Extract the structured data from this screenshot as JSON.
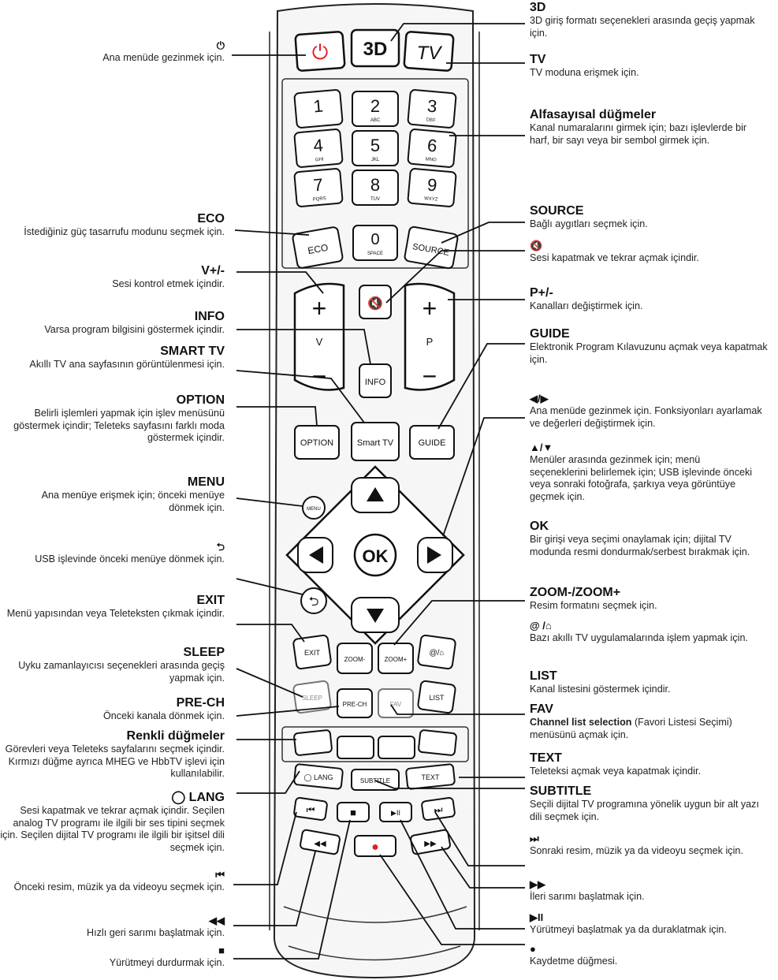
{
  "left": [
    {
      "title": "⏻",
      "text": "Ana menüde gezinmek için."
    },
    {
      "title": "ECO",
      "text": "İstediğiniz güç tasarrufu modunu seçmek için."
    },
    {
      "title": "V+/-",
      "text": "Sesi kontrol etmek içindir."
    },
    {
      "title": "INFO",
      "text": "Varsa program bilgisini göstermek içindir."
    },
    {
      "title": "SMART TV",
      "text": "Akıllı TV ana sayfasının görüntülenmesi için."
    },
    {
      "title": "OPTION",
      "text": "Belirli işlemleri yapmak için işlev menüsünü göstermek içindir; Teleteks sayfasını farklı moda göstermek içindir."
    },
    {
      "title": "MENU",
      "text": "Ana menüye erişmek için; önceki menüye dönmek için."
    },
    {
      "title": "⮌",
      "text": "USB işlevinde önceki menüye dönmek için."
    },
    {
      "title": "EXIT",
      "text": "Menü yapısından veya Teleteksten çıkmak içindir."
    },
    {
      "title": "SLEEP",
      "text": "Uyku zamanlayıcısı seçenekleri arasında geçiş yapmak için."
    },
    {
      "title": "PRE-CH",
      "text": "Önceki kanala dönmek için."
    },
    {
      "title": "Renkli düğmeler",
      "text": "Görevleri veya Teleteks sayfalarını seçmek içindir. Kırmızı düğme ayrıca MHEG ve HbbTV işlevi için kullanılabilir."
    },
    {
      "title": "◯ LANG",
      "text": "Sesi kapatmak ve tekrar açmak içindir. Seçilen analog TV programı ile ilgili bir ses tipini seçmek için. Seçilen dijital TV programı ile ilgili bir işitsel dili seçmek için."
    },
    {
      "title": "⏮",
      "text": "Önceki resim, müzik ya da videoyu seçmek için."
    },
    {
      "title": "◀◀",
      "text": "Hızlı geri sarımı başlatmak için."
    },
    {
      "title": "■",
      "text": "Yürütmeyi durdurmak için."
    }
  ],
  "right": [
    {
      "title": "3D",
      "text": "3D giriş formatı seçenekleri arasında geçiş yapmak için."
    },
    {
      "title": "TV",
      "text": "TV moduna erişmek için."
    },
    {
      "title": "Alfasayısal düğmeler",
      "text": "Kanal numaralarını girmek için; bazı işlevlerde bir harf, bir sayı veya bir sembol girmek için."
    },
    {
      "title": "SOURCE",
      "text": "Bağlı aygıtları seçmek için."
    },
    {
      "title": "🔇",
      "text": "Sesi kapatmak ve tekrar açmak içindir."
    },
    {
      "title": "P+/-",
      "text": "Kanalları değiştirmek için."
    },
    {
      "title": "GUIDE",
      "text": "Elektronik Program Kılavuzunu açmak veya kapatmak için."
    },
    {
      "title": "◀/▶",
      "text": "Ana menüde gezinmek için. Fonksiyonları ayarlamak ve değerleri değiştirmek için."
    },
    {
      "title": "▲/▼",
      "text": "Menüler arasında gezinmek için; menü seçeneklerini belirlemek için; USB işlevinde önceki veya sonraki fotoğrafa, şarkıya veya görüntüye geçmek için."
    },
    {
      "title": "OK",
      "text": "Bir girişi veya seçimi onaylamak için; dijital TV modunda resmi dondurmak/serbest bırakmak için."
    },
    {
      "title": "ZOOM-/ZOOM+",
      "text": "Resim formatını seçmek için."
    },
    {
      "title": "@ /⌂",
      "text": "Bazı akıllı TV uygulamalarında işlem yapmak için."
    },
    {
      "title": "LIST",
      "text": "Kanal listesini göstermek içindir."
    },
    {
      "title": "FAV",
      "bold": "Channel list selection",
      "text": " (Favori Listesi Seçimi) menüsünü açmak için."
    },
    {
      "title": "TEXT",
      "text": "Teleteksi açmak veya kapatmak içindir."
    },
    {
      "title": "SUBTITLE",
      "text": "Seçili dijital TV programına yönelik uygun bir alt yazı dili seçmek için."
    },
    {
      "title": "⏭",
      "text": "Sonraki resim, müzik ya da videoyu seçmek için."
    },
    {
      "title": "▶▶",
      "text": "İleri sarımı başlatmak için."
    },
    {
      "title": "▶II",
      "text": "Yürütmeyi başlatmak ya da duraklatmak için."
    },
    {
      "title": "●",
      "text": "Kaydetme düğmesi."
    }
  ],
  "remote": {
    "power": "⏻",
    "b3d": "3D",
    "tv": "TV",
    "digits": [
      [
        "1",
        ""
      ],
      [
        "2",
        "ABC"
      ],
      [
        "3",
        "DEF"
      ],
      [
        "4",
        "GHI"
      ],
      [
        "5",
        "JKL"
      ],
      [
        "6",
        "MNO"
      ],
      [
        "7",
        "PQRS"
      ],
      [
        "8",
        "TUV"
      ],
      [
        "9",
        "WXYZ"
      ]
    ],
    "zero": "0",
    "zero_sub": "SPACE",
    "eco": "ECO",
    "source": "SOURCE",
    "vol_plus": "+",
    "vol_label": "V",
    "vol_minus": "−",
    "prog_plus": "+",
    "prog_label": "P",
    "prog_minus": "−",
    "mute": "🔇",
    "info": "INFO",
    "option": "OPTION",
    "smart_tv": "Smart TV",
    "guide": "GUIDE",
    "menu": "MENU",
    "ok": "OK",
    "back": "⮌",
    "exit": "EXIT",
    "zoom_minus": "ZOOM-",
    "zoom_plus": "ZOOM+",
    "at_home": "@/⌂",
    "sleep": "SLEEP",
    "pre_ch": "PRE-CH",
    "fav": "FAV",
    "list": "LIST",
    "lang": "◯ LANG",
    "subtitle": "SUBTITLE",
    "text": "TEXT",
    "prev": "⏮",
    "stop": "■",
    "play_pause": "▶II",
    "next": "⏭",
    "rewind": "◀◀",
    "record": "●",
    "ffwd": "▶▶",
    "colors": {
      "red": "#e02020",
      "body": "#f4f4f4",
      "button": "#ffffff",
      "outline": "#222222"
    }
  }
}
